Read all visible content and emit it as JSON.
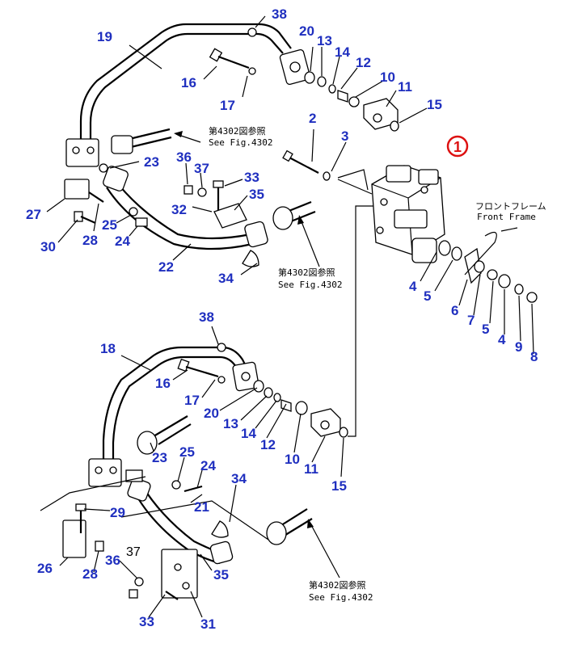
{
  "callouts": {
    "c38a": "38",
    "c20a": "20",
    "c13a": "13",
    "c14a": "14",
    "c12a": "12",
    "c10a": "10",
    "c11a": "11",
    "c15a": "15",
    "c19": "19",
    "c16a": "16",
    "c17a": "17",
    "c2": "2",
    "c3": "3",
    "c1": "1",
    "c23a": "23",
    "c36a": "36",
    "c37": "37",
    "c33a": "33",
    "c35a": "35",
    "c32": "32",
    "c27": "27",
    "c25a": "25",
    "c24a": "24",
    "c30": "30",
    "c28a": "28",
    "c22": "22",
    "c34a": "34",
    "c4a": "4",
    "c5a": "5",
    "c6": "6",
    "c7": "7",
    "c5b": "5",
    "c4b": "4",
    "c9": "9",
    "c8": "8",
    "c38b": "38",
    "c18": "18",
    "c16b": "16",
    "c17b": "17",
    "c20b": "20",
    "c13b": "13",
    "c14b": "14",
    "c12b": "12",
    "c10b": "10",
    "c11b": "11",
    "c15b": "15",
    "c23b": "23",
    "c25b": "25",
    "c24b": "24",
    "c34b": "34",
    "c21": "21",
    "c29": "29",
    "c26": "26",
    "c28b": "28",
    "c36b": "36",
    "c35b": "35",
    "c33b": "33",
    "c31": "31"
  },
  "handwritten_37": "37",
  "references": {
    "ref1_jp": "第4302図参照",
    "ref1_en": "See Fig.4302",
    "ref2_jp": "第4302図参照",
    "ref2_en": "See Fig.4302",
    "ref3_jp": "第4302図参照",
    "ref3_en": "See Fig.4302"
  },
  "front_frame": {
    "jp": "フロントフレーム",
    "en": "Front Frame"
  },
  "colors": {
    "callout": "#1f2fbf",
    "highlight": "#dd1111",
    "line": "#000000"
  }
}
